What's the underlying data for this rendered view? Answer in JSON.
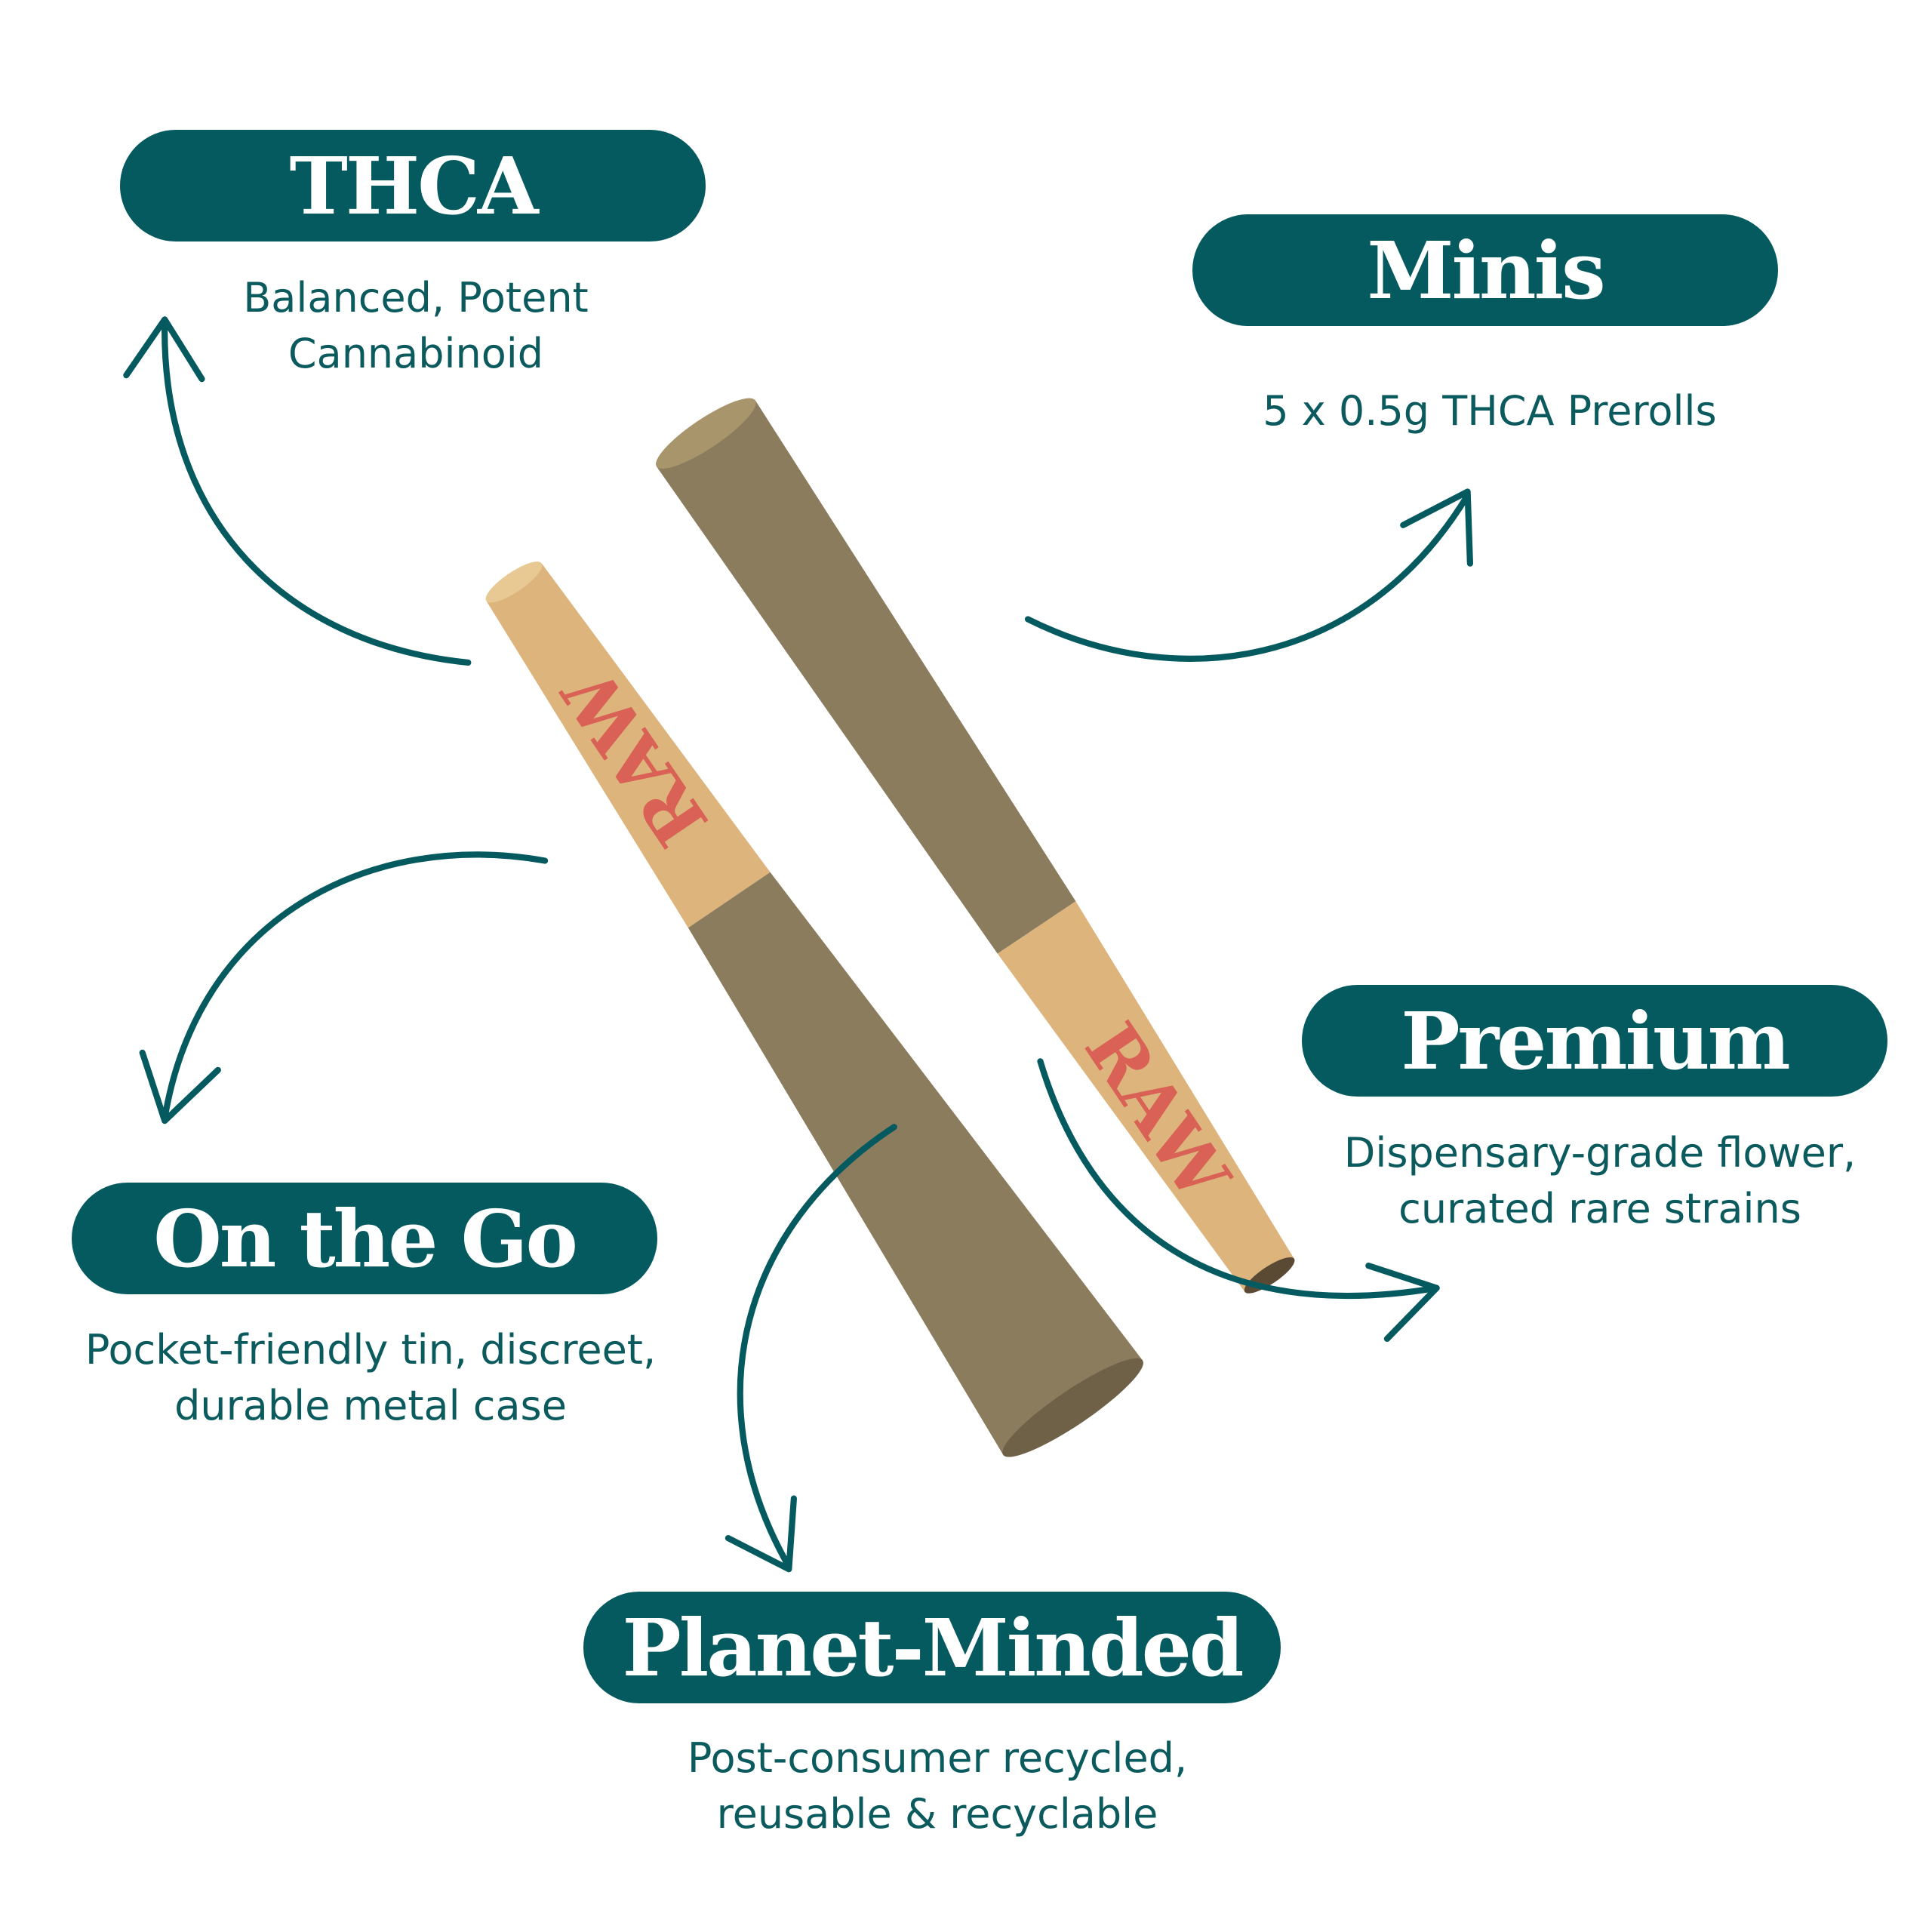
{
  "colors": {
    "accent": "#045a5f",
    "filter": "#dcb47c",
    "flower": "#8b7c5e",
    "logo": "#d9534f"
  },
  "features": [
    {
      "title": "THCA",
      "lines": [
        "Balanced, Potent",
        "Cannabinoid"
      ]
    },
    {
      "title": "Minis",
      "lines": [
        "5 x 0.5g THCA Prerolls"
      ]
    },
    {
      "title": "Premium",
      "lines": [
        "Dispensary-grade flower,",
        "curated rare strains"
      ]
    },
    {
      "title": "On the Go",
      "lines": [
        "Pocket-friendly tin, discreet,",
        "durable metal case"
      ]
    },
    {
      "title": "Planet-Minded",
      "lines": [
        "Post-consumer recycled,",
        "reusable & recyclable"
      ]
    }
  ],
  "product": {
    "brand_mark": "RAW"
  }
}
